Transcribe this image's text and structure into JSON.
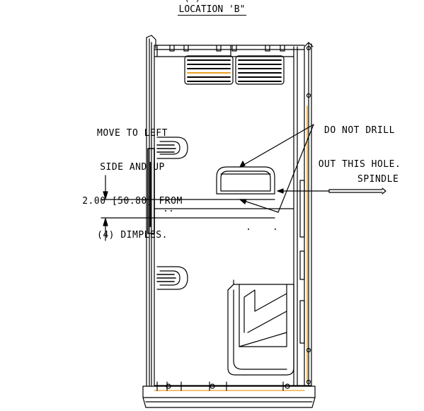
{
  "view_label_partial": "( )",
  "view_label": "LOCATION 'B\"",
  "notes": {
    "move_note": [
      "MOVE TO LEFT",
      "SIDE AND UP",
      "2.00 [50.80] FROM",
      "(4) DIMPLES."
    ],
    "no_drill_note": [
      "DO NOT DRILL",
      "OUT THIS HOLE."
    ],
    "spindle": "SPINDLE"
  },
  "colors": {
    "line": "#000000",
    "accent": "#e8a020"
  }
}
